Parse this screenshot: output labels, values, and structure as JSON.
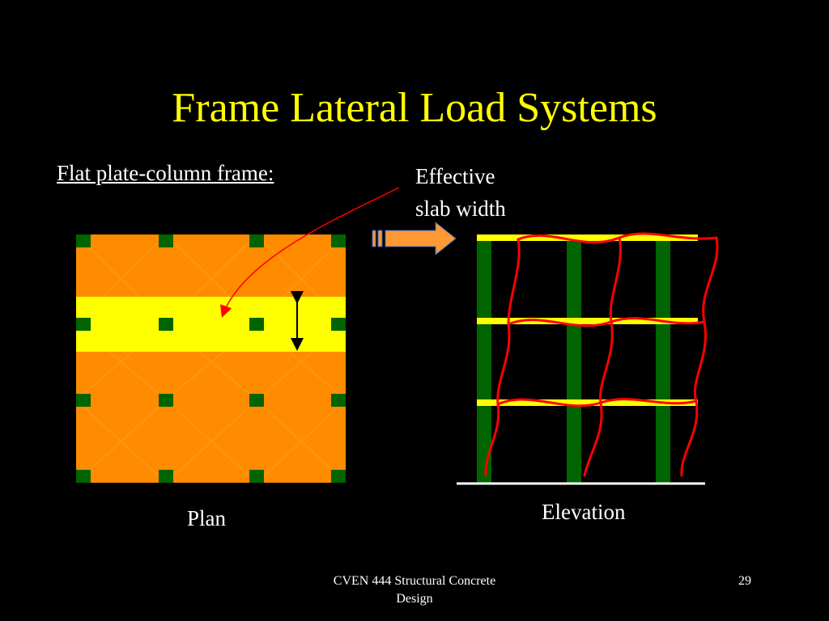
{
  "slide": {
    "title": "Frame Lateral Load Systems",
    "subtitle": "Flat plate-column frame:",
    "callout_line1": "Effective",
    "callout_line2": "slab width",
    "plan_label": "Plan",
    "elevation_label": "Elevation",
    "footer_line1": "CVEN 444 Structural Concrete",
    "footer_line2": "Design",
    "page_number": "29"
  },
  "colors": {
    "background": "#000000",
    "title": "#FFFF00",
    "text": "#FFFFFF",
    "slab": "#FF8C00",
    "effective_strip": "#FFFF00",
    "column": "#006400",
    "deformed_shape": "#FF0000",
    "arrow_fill": "#FF9933",
    "ground": "#FFFFFF"
  }
}
